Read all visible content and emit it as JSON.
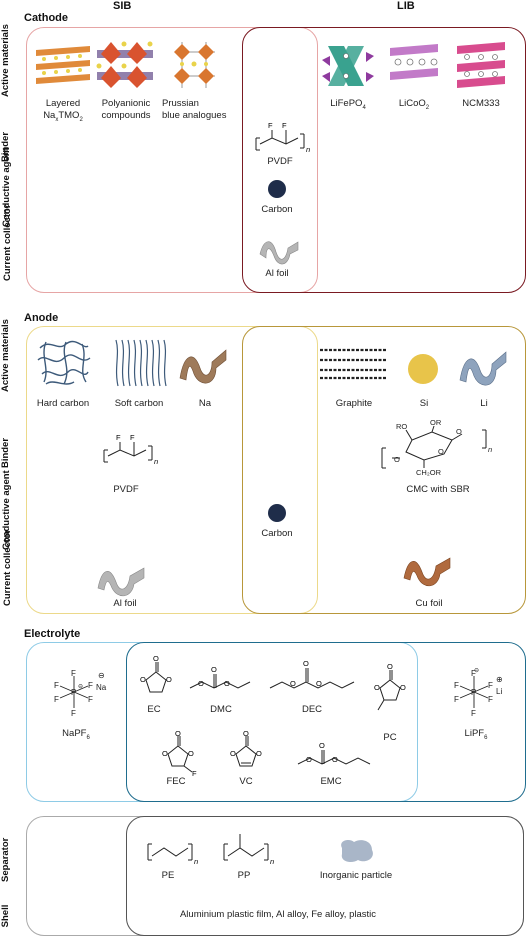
{
  "header": {
    "sib": "SIB",
    "lib": "LIB"
  },
  "cathode": {
    "title": "Cathode",
    "rows": [
      "Active materials",
      "Binder",
      "Conductive agent",
      "Current collector"
    ],
    "sib_materials": [
      {
        "line1": "Layered",
        "line2": "Na",
        "sub": "x",
        "line2b": "TMO",
        "sub2": "2"
      },
      {
        "line1": "Polyanionic",
        "line2": "compounds"
      },
      {
        "line1": "Prussian",
        "line2": "blue analogues"
      }
    ],
    "lib_materials": [
      {
        "main": "LiFePO",
        "sub": "4"
      },
      {
        "main": "LiCoO",
        "sub": "2"
      },
      {
        "main": "NCM333"
      }
    ],
    "binder": "PVDF",
    "conductive": "Carbon",
    "collector": "Al foil"
  },
  "anode": {
    "title": "Anode",
    "rows": [
      "Active materials",
      "Binder",
      "Conductive agent",
      "Current collector"
    ],
    "sib_materials": [
      "Hard carbon",
      "Soft carbon",
      "Na"
    ],
    "lib_materials": [
      "Graphite",
      "Si",
      "Li"
    ],
    "sib_binder": "PVDF",
    "lib_binder": "CMC with SBR",
    "conductive": "Carbon",
    "sib_collector": "Al foil",
    "lib_collector": "Cu foil"
  },
  "electrolyte": {
    "title": "Electrolyte",
    "sib_salt": {
      "main": "NaPF",
      "sub": "6",
      "ion": "Na"
    },
    "lib_salt": {
      "main": "LiPF",
      "sub": "6",
      "ion": "Li"
    },
    "solvents": [
      "EC",
      "DMC",
      "DEC",
      "PC",
      "FEC",
      "VC",
      "EMC"
    ]
  },
  "separator": {
    "row": "Separator",
    "items": [
      "PE",
      "PP",
      "Inorganic particle"
    ]
  },
  "shell": {
    "row": "Shell",
    "text": "Aluminium plastic film, Al alloy, Fe alloy, plastic"
  },
  "colors": {
    "cathode_sib": "#e6a5a5",
    "cathode_lib": "#7a1a22",
    "anode_sib": "#ecd98a",
    "anode_lib": "#b8973a",
    "elec_sib": "#8ecbe6",
    "elec_lib": "#1f6d8e",
    "sep_sib": "#aaaaaa",
    "sep_lib": "#555555"
  }
}
